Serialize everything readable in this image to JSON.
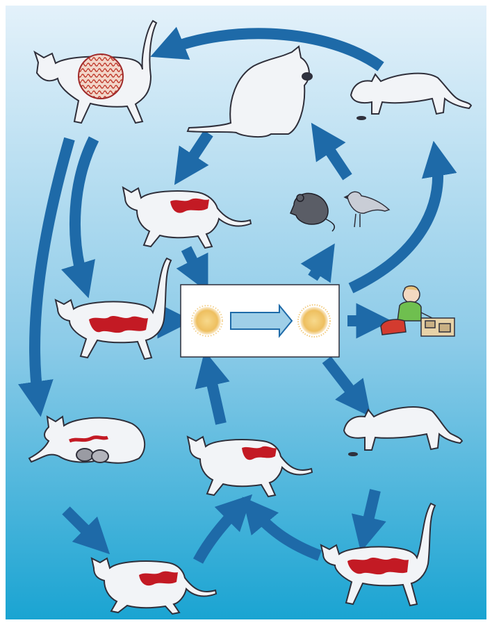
{
  "diagram": {
    "background": {
      "top": "#e3f1fa",
      "bottom": "#1aa4d2"
    },
    "arrow_color": "#1e6aa8",
    "cat_fill": "#f2f4f7",
    "outline_color": "#2f2f3a",
    "worm_color": "#c31a24",
    "center_box": {
      "stage_a_icon": "egg-sun-icon",
      "stage_b_icon": "egg-sun-icon",
      "transition_icon": "hollow-right-arrow-icon",
      "egg_color": "#f0c36b"
    },
    "nodes": [
      {
        "id": "cat-with-cyst",
        "icon": "cat-standing-icon"
      },
      {
        "id": "cat-eating-prey",
        "icon": "cat-sitting-icon"
      },
      {
        "id": "cat-eating-ground",
        "icon": "cat-crouching-icon"
      },
      {
        "id": "cat-infected-1",
        "icon": "cat-walking-icon"
      },
      {
        "id": "cat-infected-2",
        "icon": "cat-walking-icon"
      },
      {
        "id": "cat-nursing",
        "icon": "cat-lying-icon"
      },
      {
        "id": "cat-infected-3",
        "icon": "cat-walking-icon"
      },
      {
        "id": "cat-eating-ground-2",
        "icon": "cat-crouching-icon"
      },
      {
        "id": "cat-infected-4",
        "icon": "cat-walking-icon"
      },
      {
        "id": "cat-infected-5",
        "icon": "cat-walking-icon"
      },
      {
        "id": "mouse",
        "icon": "mouse-icon"
      },
      {
        "id": "bird",
        "icon": "bird-icon"
      },
      {
        "id": "child",
        "icon": "child-playing-icon"
      }
    ]
  }
}
